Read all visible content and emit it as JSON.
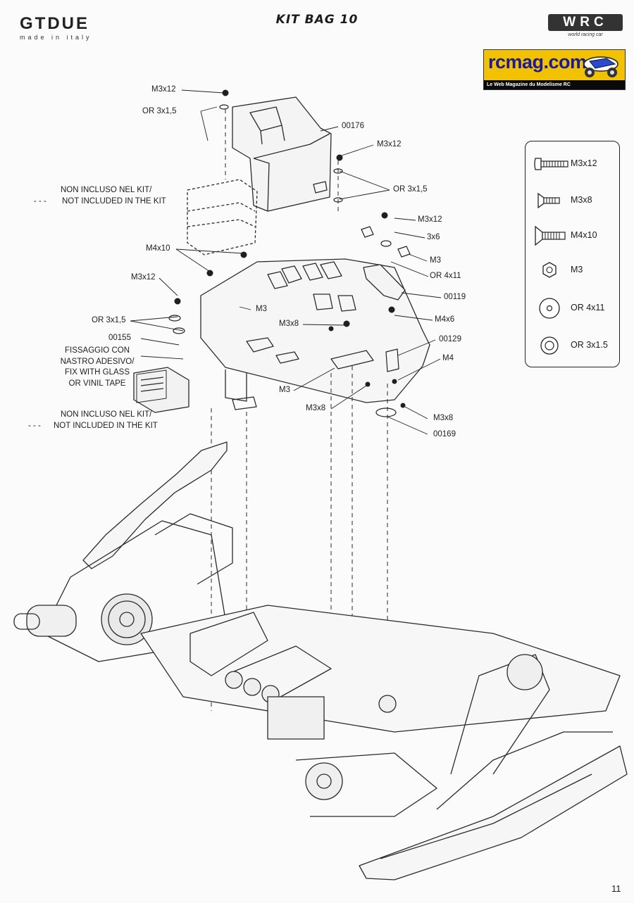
{
  "header": {
    "brand_left": "GTDUE",
    "brand_left_sub": "made in italy",
    "title": "KIT BAG 10",
    "brand_right": "WRC",
    "brand_right_sub": "world racing car"
  },
  "badge": {
    "name": "rcmag.com",
    "tagline": "Le Web Magazine du Modelisme RC"
  },
  "labels": {
    "m3x12_top": "M3x12",
    "or_3x15_top": "OR 3x1,5",
    "part_00176": "00176",
    "m3x12_right": "M3x12",
    "not_included_it_1": "NON INCLUSO NEL KIT/",
    "not_included_en_1": "NOT INCLUDED IN THE KIT",
    "or_3x15_right": "OR 3x1,5",
    "m3x12_mid": "M3x12",
    "size_3x6": "3x6",
    "m4x10": "M4x10",
    "m3_a": "M3",
    "or_4x11": "OR 4x11",
    "m3x12_left": "M3x12",
    "part_00119": "00119",
    "m3_b": "M3",
    "or_3x15_left": "OR 3x1,5",
    "m3x8_a": "M3x8",
    "m4x6": "M4x6",
    "part_00155": "00155",
    "part_00129": "00129",
    "fix_it_1": "FISSAGGIO CON",
    "fix_it_2": "NASTRO ADESIVO/",
    "fix_en_1": "FIX WITH GLASS",
    "fix_en_2": "OR VINIL TAPE",
    "m4": "M4",
    "m3_c": "M3",
    "m3x8_b": "M3x8",
    "m3x8_c": "M3x8",
    "not_included_it_2": "NON INCLUSO NEL KIT/",
    "not_included_en_2": "NOT INCLUDED IN THE KIT",
    "part_00169": "00169",
    "dash": "- - -"
  },
  "legend": {
    "items": [
      {
        "icon": "button-head-screw-icon",
        "label": "M3x12"
      },
      {
        "icon": "countersunk-screw-short-icon",
        "label": "M3x8"
      },
      {
        "icon": "countersunk-screw-long-icon",
        "label": "M4x10"
      },
      {
        "icon": "hex-nut-icon",
        "label": "M3"
      },
      {
        "icon": "o-ring-large-icon",
        "label": "OR 4x11"
      },
      {
        "icon": "o-ring-small-icon",
        "label": "OR 3x1.5"
      }
    ]
  },
  "page_number": "11"
}
